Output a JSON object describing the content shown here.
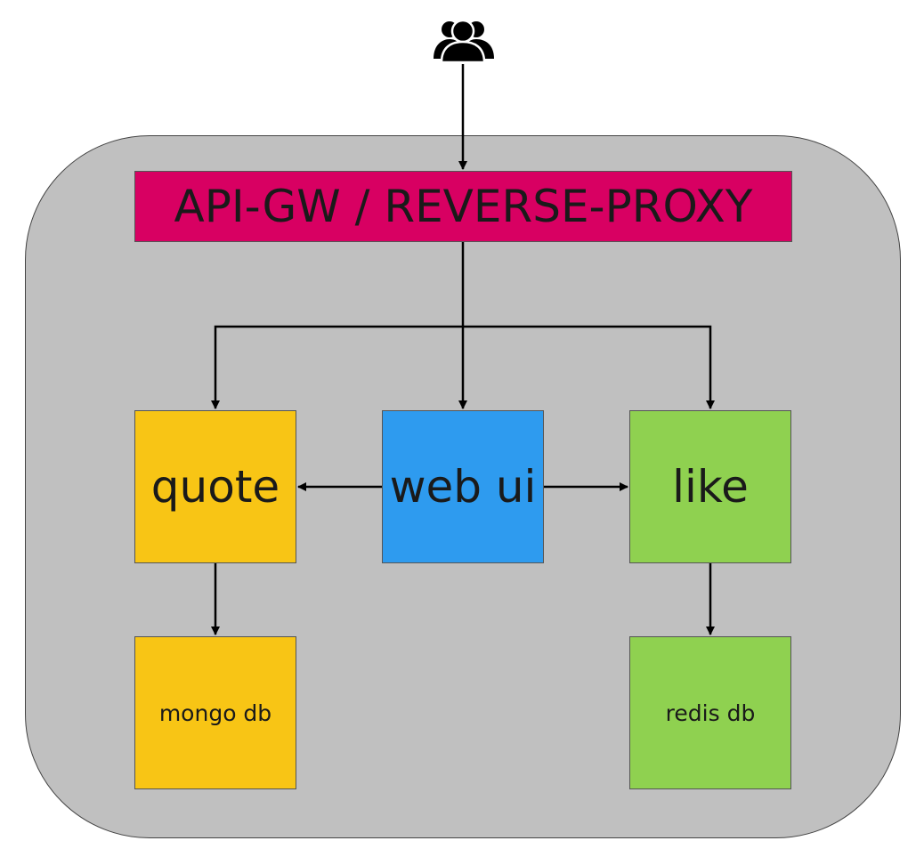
{
  "nodes": {
    "gateway": {
      "label": "API-GW / REVERSE-PROXY",
      "color": "#d80062"
    },
    "quote": {
      "label": "quote",
      "color": "#f8c515"
    },
    "webui": {
      "label": "web ui",
      "color": "#2e9bef"
    },
    "like": {
      "label": "like",
      "color": "#8fd150"
    },
    "mongo": {
      "label": "mongo db",
      "color": "#f8c515"
    },
    "redis": {
      "label": "redis db",
      "color": "#8fd150"
    }
  },
  "users": {
    "icon": "users-icon"
  },
  "container": {
    "color": "#c0c0c0"
  },
  "edges": [
    {
      "from": "users",
      "to": "gateway"
    },
    {
      "from": "gateway",
      "to": "quote"
    },
    {
      "from": "gateway",
      "to": "webui"
    },
    {
      "from": "gateway",
      "to": "like"
    },
    {
      "from": "webui",
      "to": "quote"
    },
    {
      "from": "webui",
      "to": "like"
    },
    {
      "from": "quote",
      "to": "mongo"
    },
    {
      "from": "like",
      "to": "redis"
    }
  ]
}
